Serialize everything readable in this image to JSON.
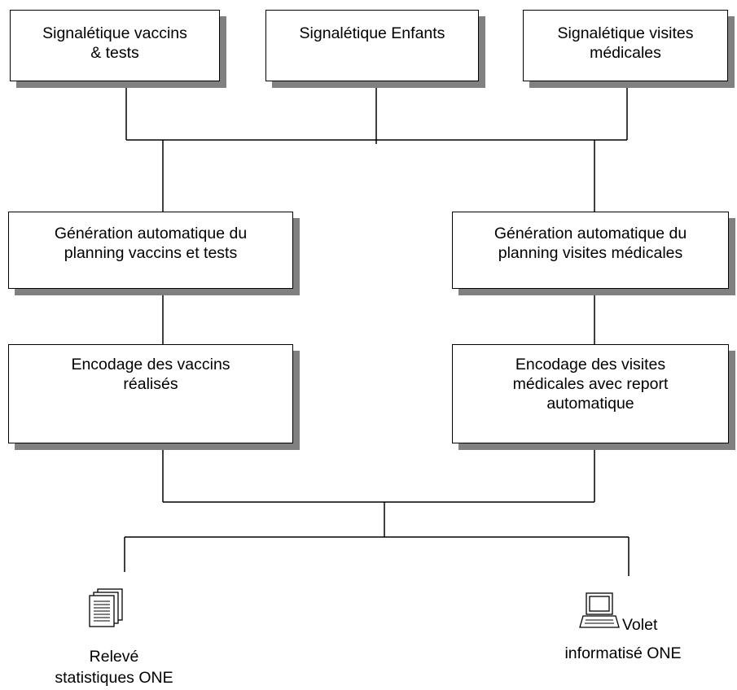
{
  "boxes": {
    "vaccins_tests": "Signalétique vaccins\n& tests",
    "enfants": "Signalétique Enfants",
    "visites": "Signalétique visites\nmédicales",
    "gen_vaccins": "Génération automatique du\nplanning vaccins et tests",
    "gen_visites": "Génération automatique du\nplanning visites médicales",
    "enc_vaccins": "Encodage des vaccins\nréalisés",
    "enc_visites": "Encodage des visites\nmédicales avec report\nautomatique"
  },
  "outputs": {
    "releve": "Relevé\nstatistiques ONE",
    "volet_line1": "Volet",
    "volet_line2": "informatisé ONE"
  },
  "icons": {
    "releve": "document-stack-icon",
    "volet": "computer-terminal-icon"
  }
}
